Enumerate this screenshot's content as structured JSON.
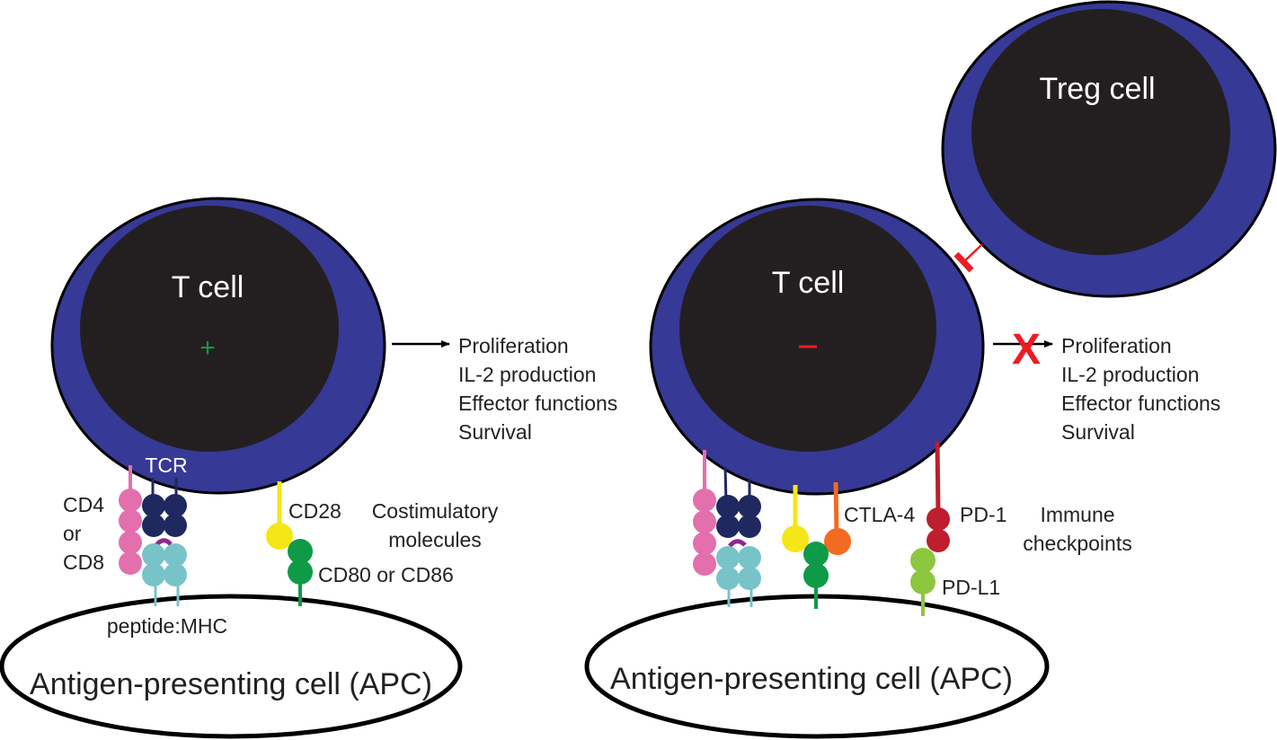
{
  "colors": {
    "cytoplasm": "#363995",
    "nucleus": "#231f20",
    "outline": "#000000",
    "coreceptor": "#e36fac",
    "tcr": "#1f285f",
    "mhc": "#77c3c8",
    "peptide": "#92278f",
    "cd28": "#f5e617",
    "b7": "#0f9a48",
    "ctla4": "#f26b21",
    "pd1": "#be1e2d",
    "pdl1": "#8dc63f",
    "inhibit": "#ed1c24",
    "activation_sign": "#0f9a48",
    "inhibition_sign": "#ed1c24"
  },
  "left_panel": {
    "t_cell_label": "T cell",
    "sign": "+",
    "tcr_label": "TCR",
    "coreceptor_label": [
      "CD4",
      "or",
      "CD8"
    ],
    "cd28_label": "CD28",
    "costim_label": [
      "Costimulatory",
      "molecules"
    ],
    "b7_label": "CD80 or CD86",
    "pmhc_label": "peptide:MHC",
    "apc_label": "Antigen-presenting cell (APC)",
    "outcomes": [
      "Proliferation",
      "IL-2 production",
      "Effector functions",
      "Survival"
    ],
    "outcome_blocked": false
  },
  "right_panel": {
    "t_cell_label": "T cell",
    "sign": "–",
    "treg_label": "Treg cell",
    "ctla4_label": "CTLA-4",
    "pd1_label": "PD-1",
    "checkpoint_label": [
      "Immune",
      "checkpoints"
    ],
    "pdl1_label": "PD-L1",
    "apc_label": "Antigen-presenting cell (APC)",
    "outcomes": [
      "Proliferation",
      "IL-2 production",
      "Effector functions",
      "Survival"
    ],
    "outcome_blocked": true,
    "blocked_mark": "X"
  }
}
